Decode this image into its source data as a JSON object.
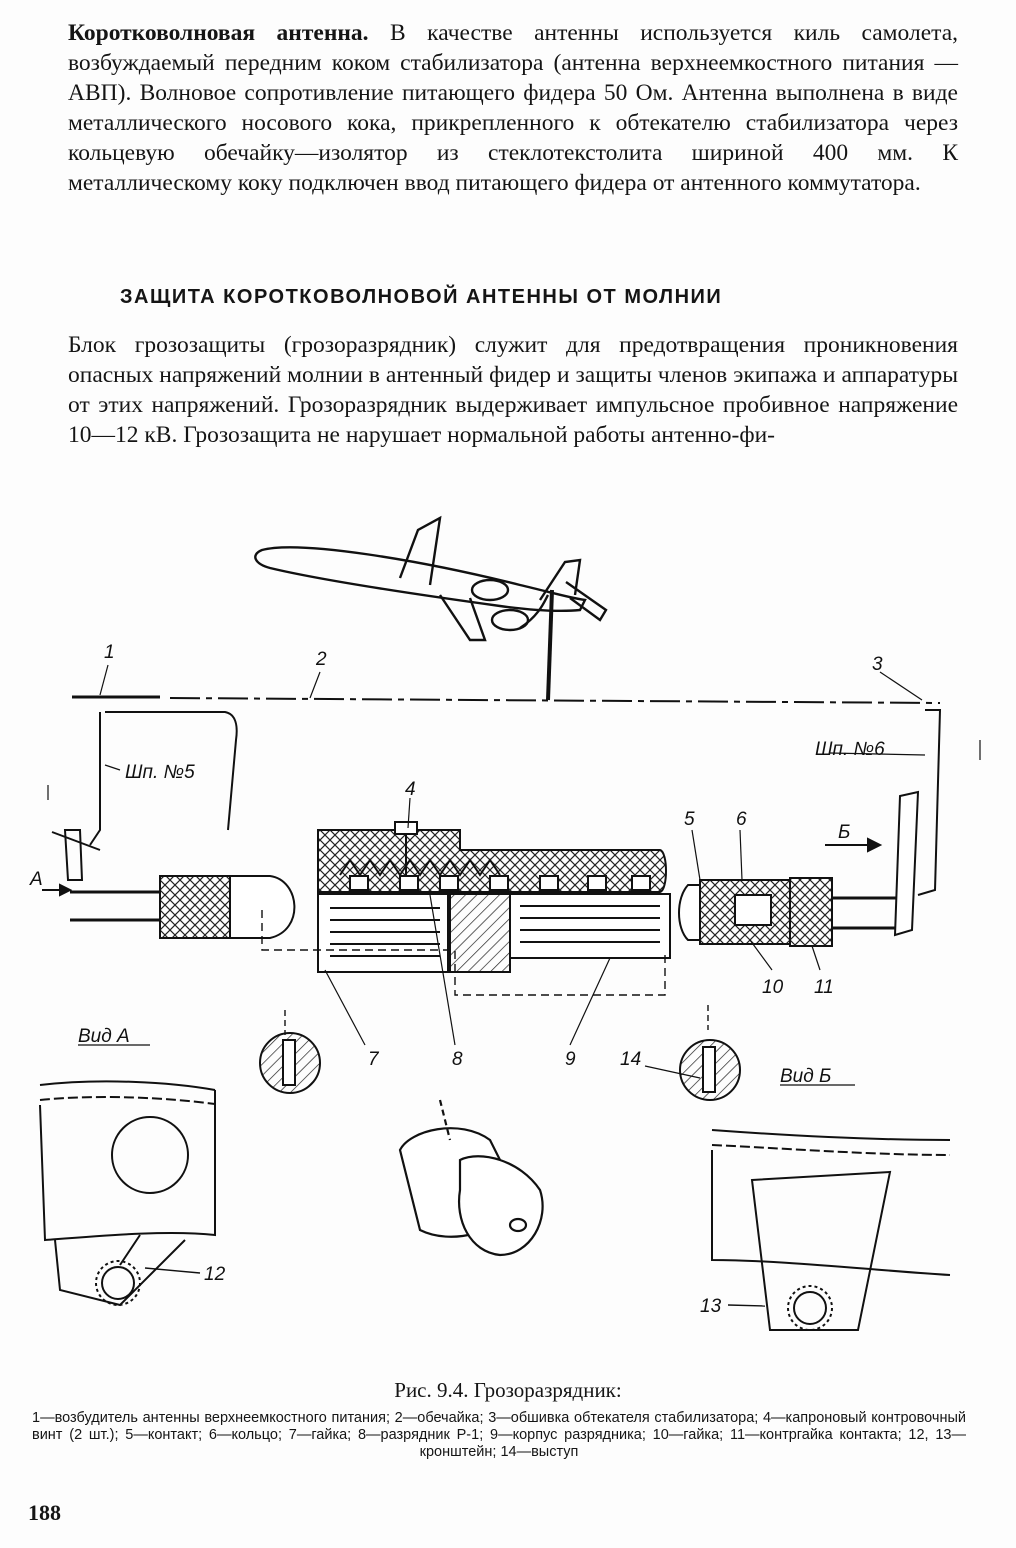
{
  "paragraph1": {
    "lead": "Коротковолновая антенна.",
    "text": " В качестве антенны используется киль самолета, возбуждаемый передним коком стабилизатора (антенна верхнеемкостного питания — АВП). Волновое сопротивление питающего фидера 50 Ом. Антенна выполнена в виде металлического носового кока, прикрепленного к обтекателю стабилизатора через кольцевую обечайку—изолятор из стеклотекстолита шириной 400 мм. К металлическому коку подключен ввод питающего фидера от антенного коммутатора."
  },
  "section_heading": "ЗАЩИТА КОРОТКОВОЛНОВОЙ АНТЕННЫ ОТ МОЛНИИ",
  "paragraph2": "Блок грозозащиты (грозоразрядник) служит для предотвращения проникновения опасных напряжений молнии в антенный фидер и защиты членов экипажа и аппаратуры от этих напряжений. Грозоразрядник выдерживает импульсное пробивное напряжение 10—12 кВ. Грозозащита не нарушает нормальной работы антенно-фи-",
  "figure_labels": {
    "n1": "1",
    "n2": "2",
    "n3": "3",
    "n4": "4",
    "n5": "5",
    "n6": "6",
    "n7": "7",
    "n8": "8",
    "n9": "9",
    "n10": "10",
    "n11": "11",
    "n12": "12",
    "n13": "13",
    "n14": "14",
    "frame5": "Шп. №5",
    "frame6": "Шп. №6",
    "arrowA": "А",
    "arrowB": "Б",
    "viewA": "Вид А",
    "viewB": "Вид Б"
  },
  "caption": {
    "title": "Рис. 9.4. Грозоразрядник:",
    "body": "1—возбудитель антенны верхнеемкостного питания; 2—обечайка; 3—обшивка обтекателя стабилизатора; 4—капроновый контровочный винт (2 шт.); 5—контакт; 6—кольцо; 7—гайка; 8—разрядник Р-1; 9—корпус разрядника; 10—гайка; 11—контргайка контакта; 12, 13—кронштейн; 14—выступ"
  },
  "page_number": "188"
}
